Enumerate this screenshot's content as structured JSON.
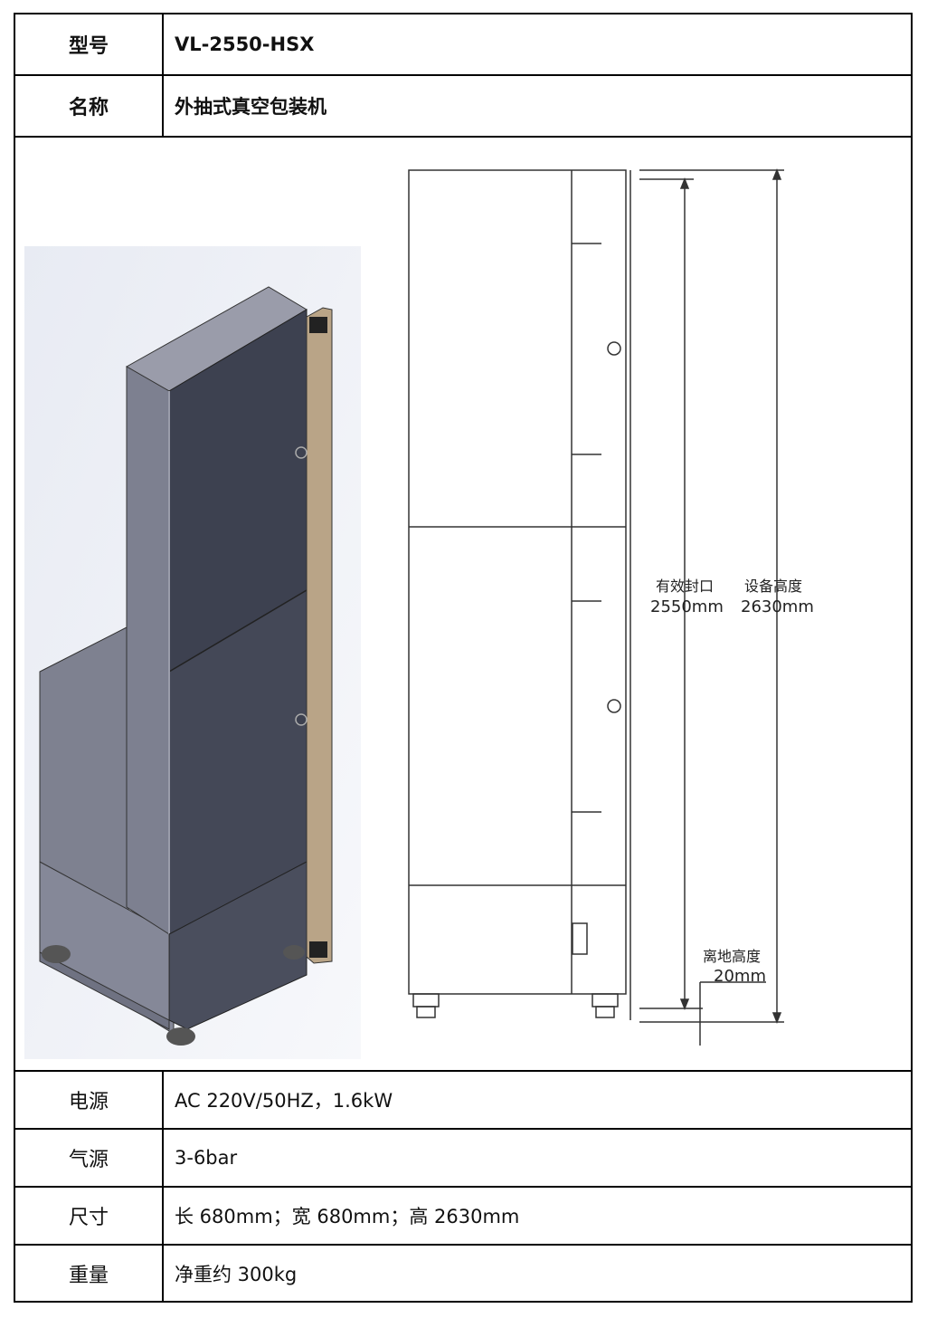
{
  "header": {
    "model": {
      "label": "型号",
      "value": "VL-2550-HSX"
    },
    "name": {
      "label": "名称",
      "value": "外抽式真空包装机"
    }
  },
  "drawing": {
    "seal_label": "有效封口",
    "seal_value": "2550mm",
    "height_label": "设备高度",
    "height_value": "2630mm",
    "ground_label": "离地高度",
    "ground_value": "20mm"
  },
  "specs": [
    {
      "label": "电源",
      "value": "AC 220V/50HZ，1.6kW"
    },
    {
      "label": "气源",
      "value": "3-6bar"
    },
    {
      "label": "尺寸",
      "value": "长 680mm；宽 680mm；高 2630mm"
    },
    {
      "label": "重量",
      "value": "净重约 300kg"
    }
  ]
}
